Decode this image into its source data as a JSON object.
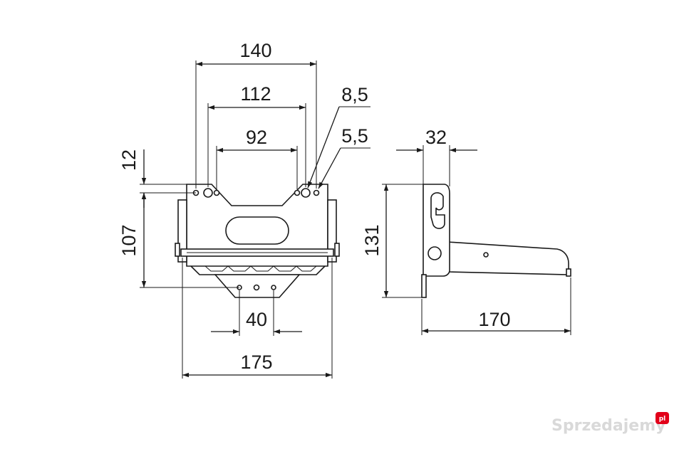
{
  "dimensions": {
    "d140": "140",
    "d112": "112",
    "d92": "92",
    "d8_5": "8,5",
    "d5_5": "5,5",
    "d12": "12",
    "d107": "107",
    "d40": "40",
    "d175": "175",
    "d32": "32",
    "d131": "131",
    "d170": "170"
  },
  "watermark": {
    "brand": "Sprzedajemy",
    "badge": "pl",
    "badge_color": "#e2001a"
  },
  "colors": {
    "line": "#1a1a1a",
    "background": "#ffffff"
  }
}
